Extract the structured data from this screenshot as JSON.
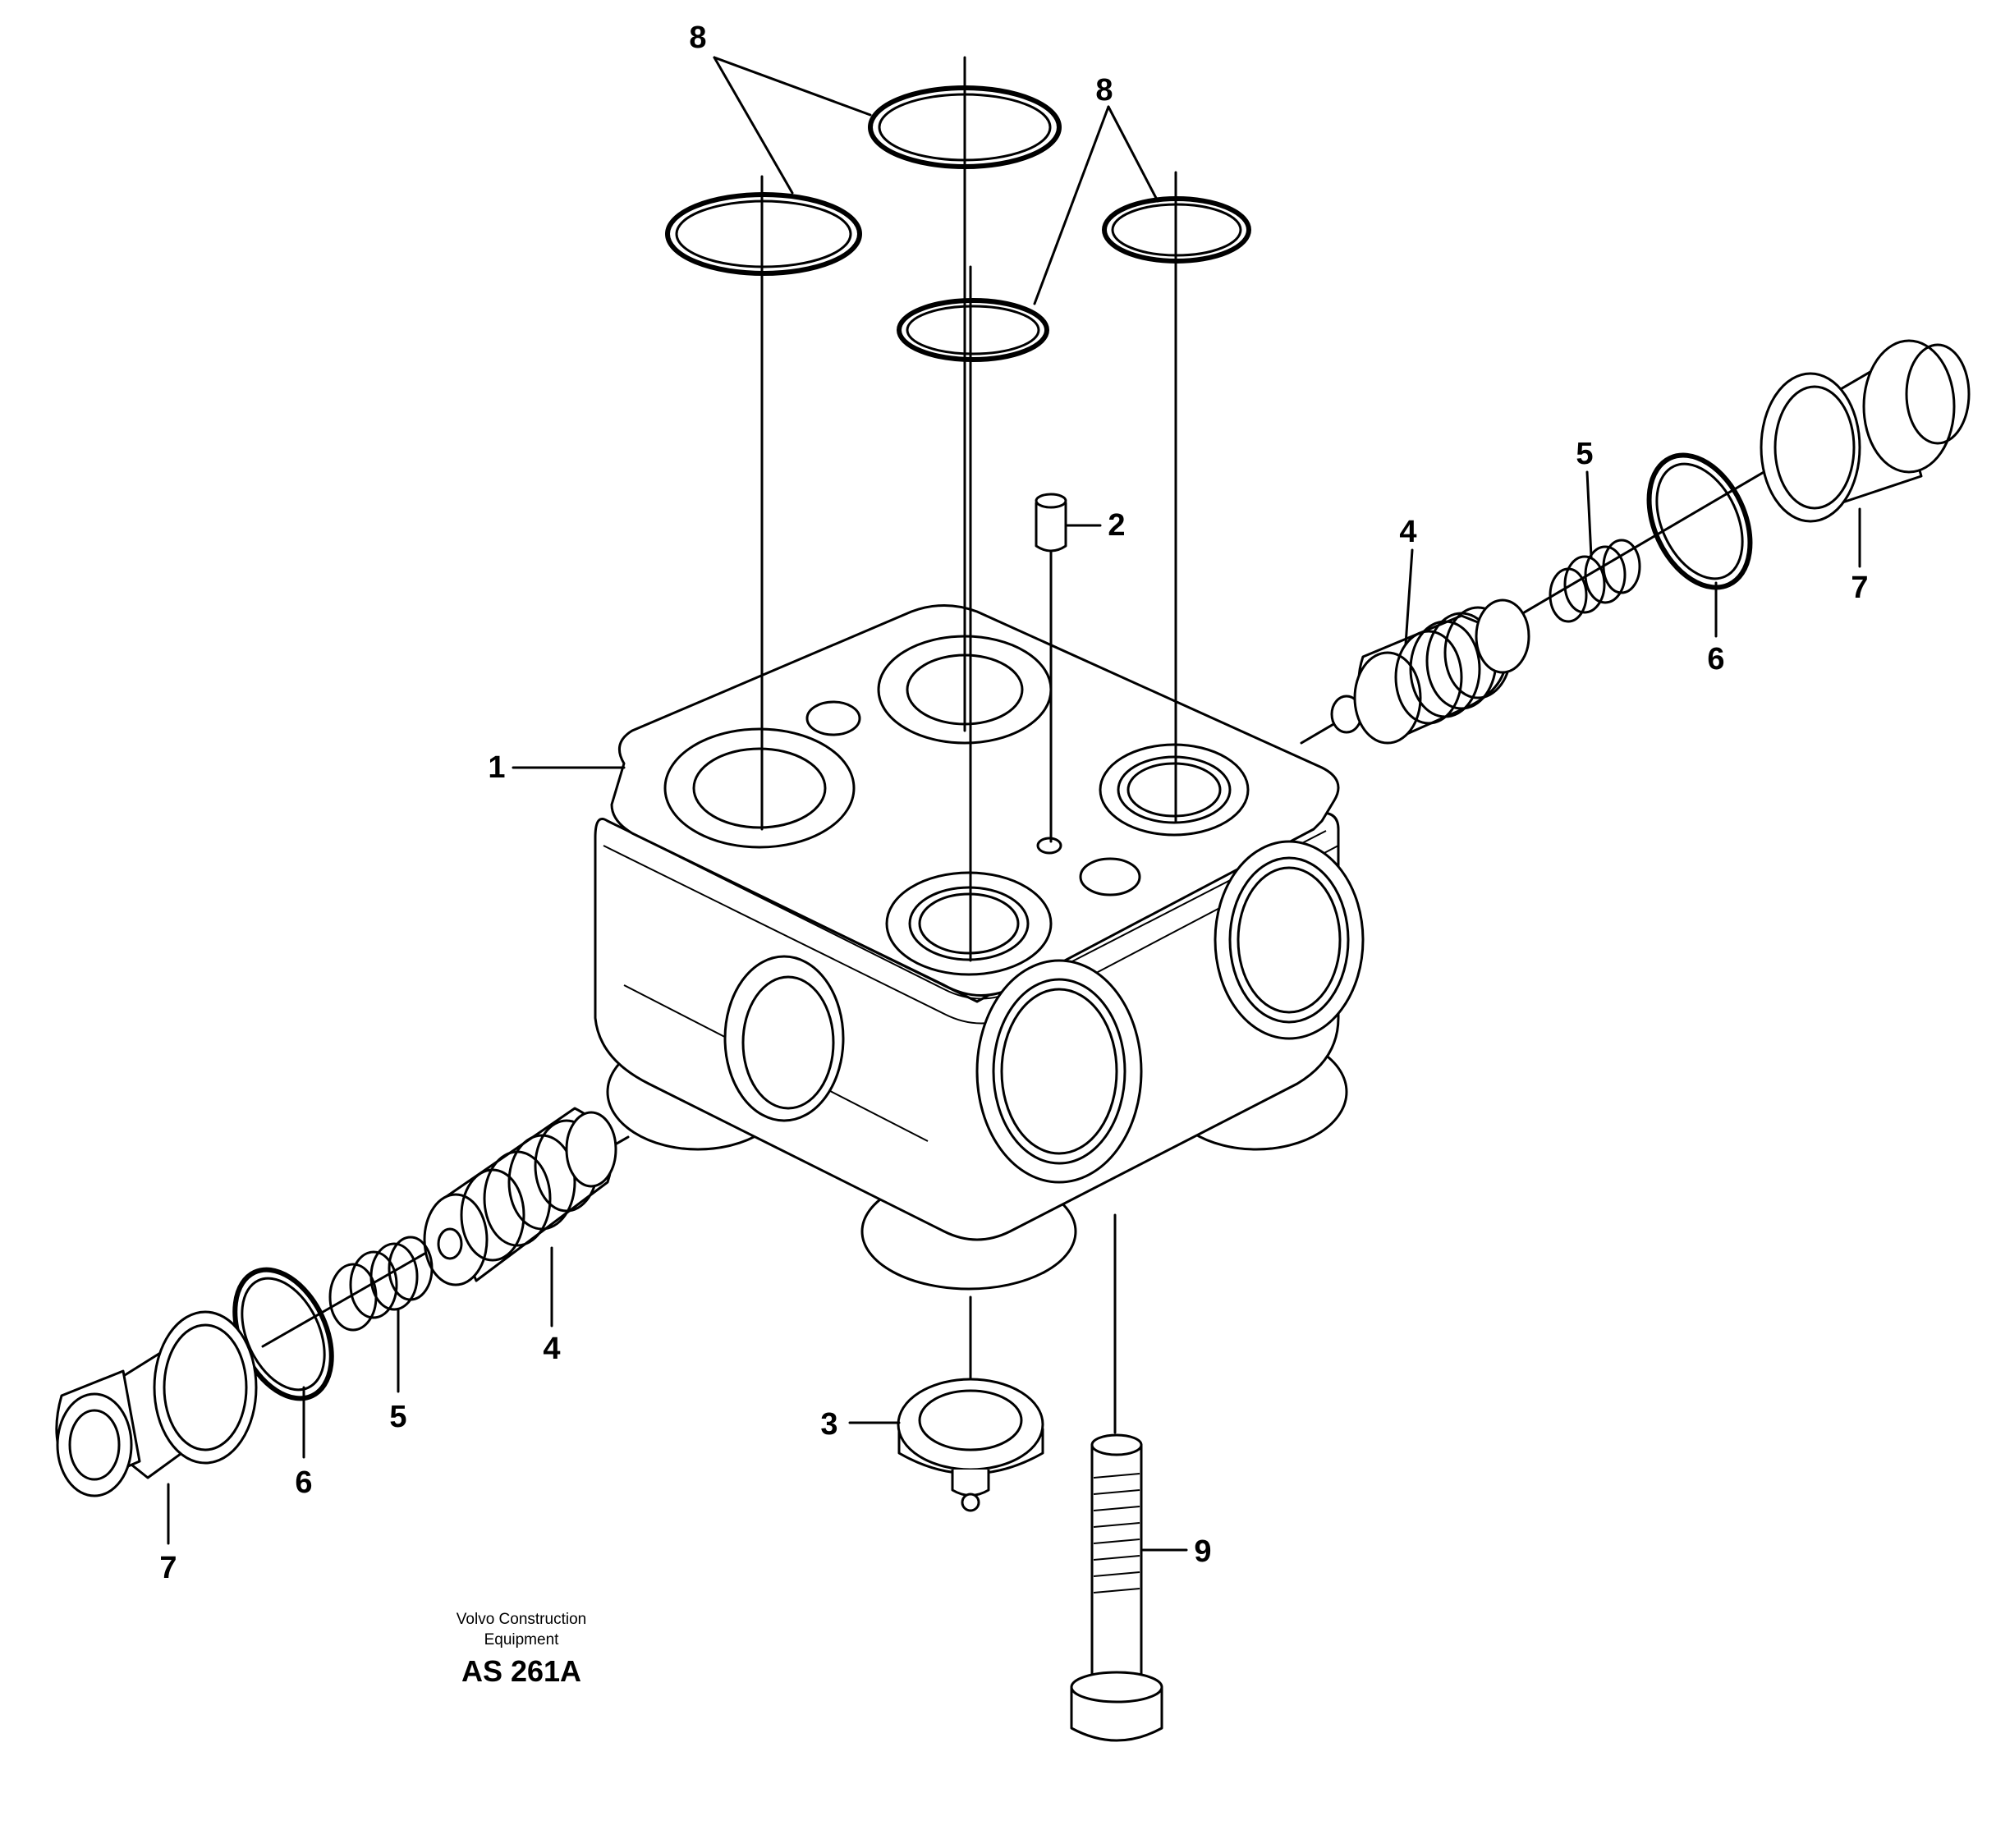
{
  "callouts": {
    "housing": "1",
    "pin": "2",
    "plug_bottom": "3",
    "valve_left": "4",
    "valve_right": "4",
    "spring_left": "5",
    "spring_right": "5",
    "oring_left": "6",
    "oring_right": "6",
    "plug_left": "7",
    "plug_right": "7",
    "orings_left_group": "8",
    "orings_right_group": "8",
    "screw": "9"
  },
  "caption": {
    "company_line1": "Volvo Construction",
    "company_line2": "Equipment",
    "drawing_code": "AS 261A"
  }
}
